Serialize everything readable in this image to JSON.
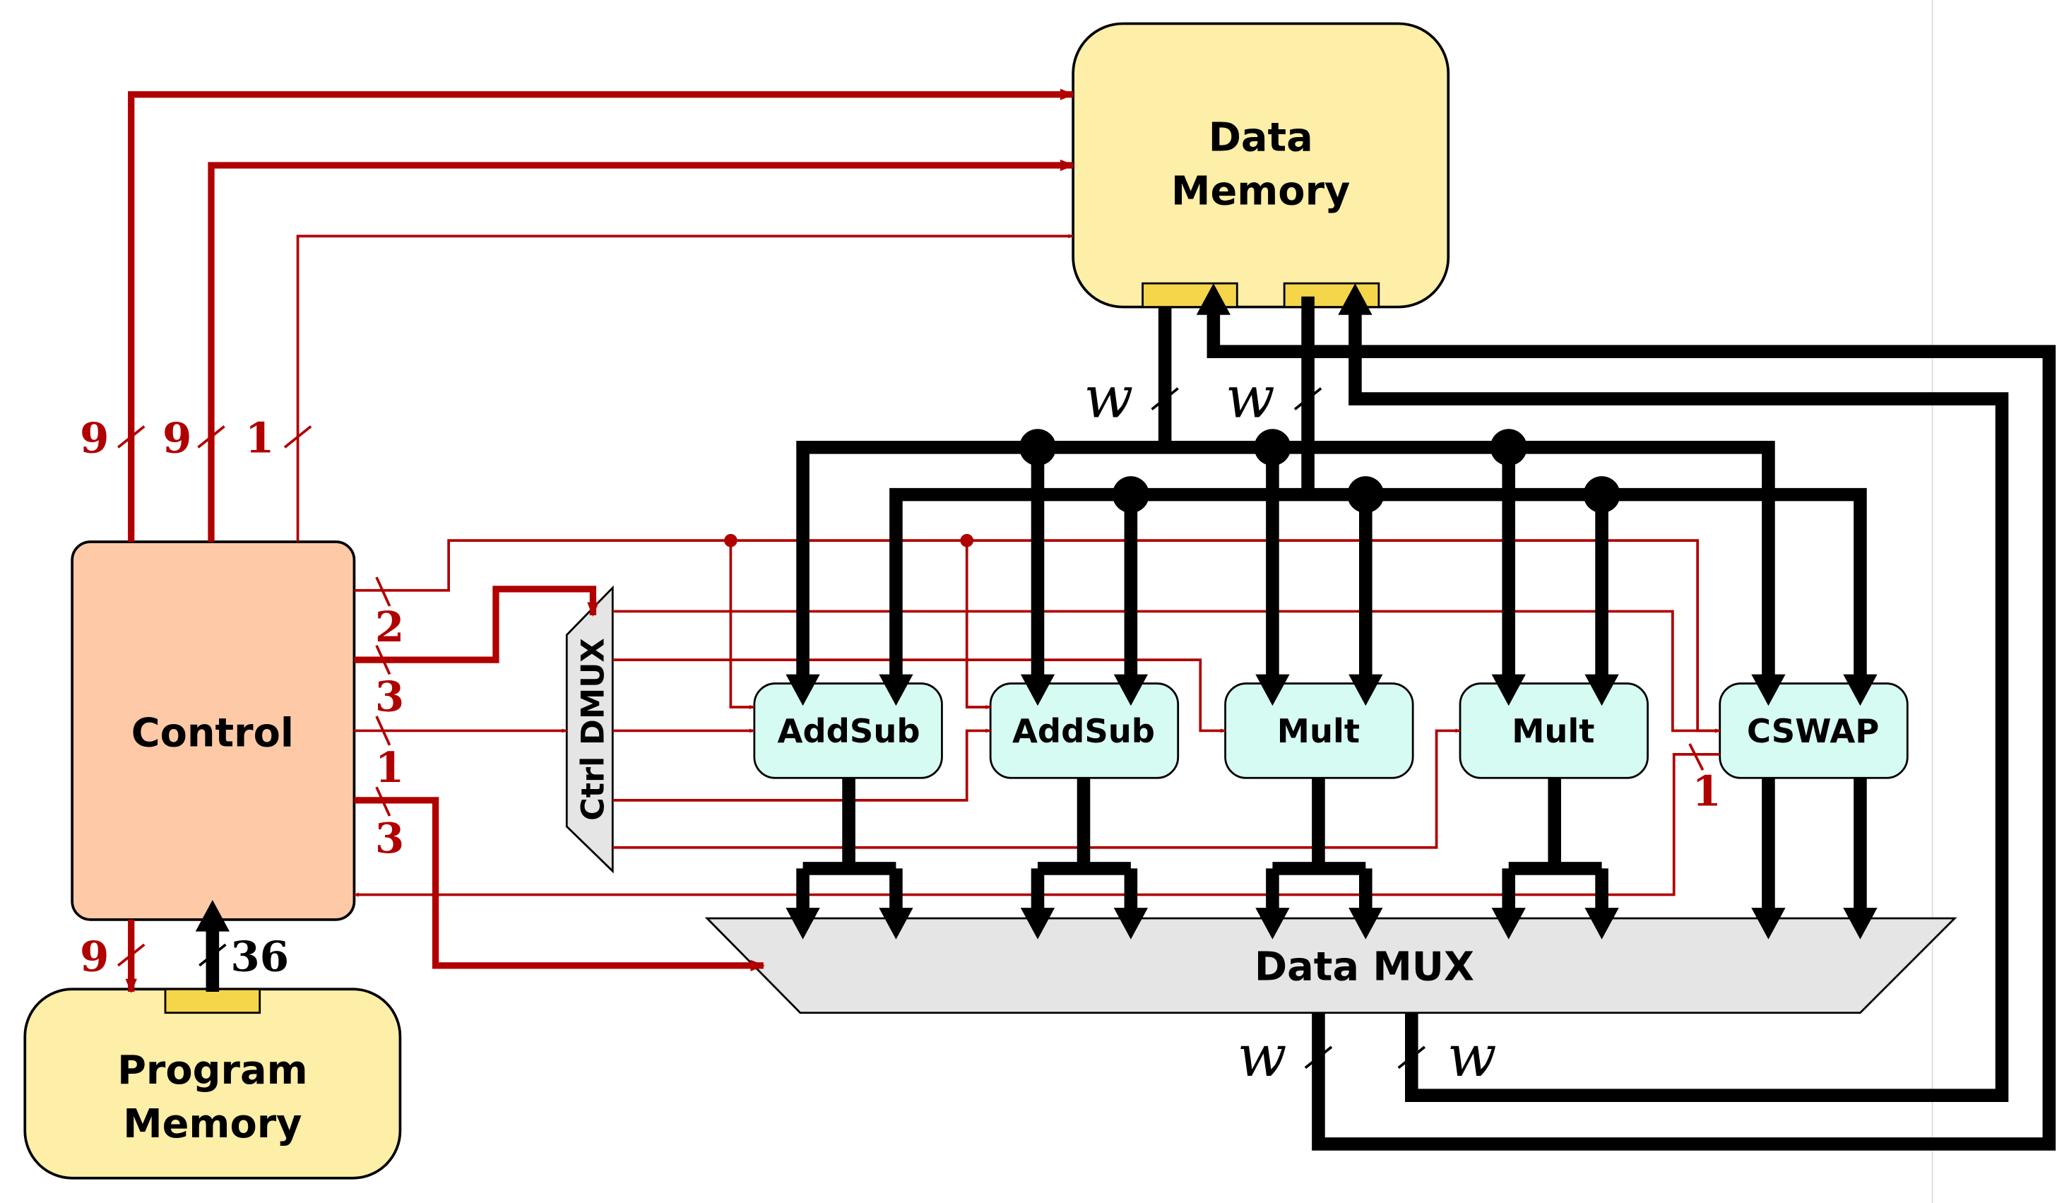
{
  "blocks": {
    "data_memory": [
      "Data",
      "Memory"
    ],
    "program_memory": [
      "Program",
      "Memory"
    ],
    "control": "Control",
    "ctrl_dmux": "Ctrl DMUX",
    "data_mux": "Data MUX",
    "addsub_1": "AddSub",
    "addsub_2": "AddSub",
    "mult_1": "Mult",
    "mult_2": "Mult",
    "cswap": "CSWAP"
  },
  "bus_labels": {
    "addr_a": "9",
    "addr_b": "9",
    "we": "1",
    "ctrl_2": "2",
    "ctrl_3a": "3",
    "ctrl_1a": "1",
    "ctrl_3b": "3",
    "cswap_bit": "1",
    "pc": "9",
    "instr": "36",
    "rd_a": "w",
    "rd_b": "w",
    "wr_a": "w",
    "wr_b": "w"
  },
  "colors": {
    "memory_fill": "#fdeea8",
    "port_fill": "#f5d54a",
    "control_fill": "#fdc9a6",
    "unit_fill": "#d6fbf3",
    "mux_fill": "#e5e5e5",
    "control_wire": "#b00000",
    "data_wire": "#000000"
  }
}
